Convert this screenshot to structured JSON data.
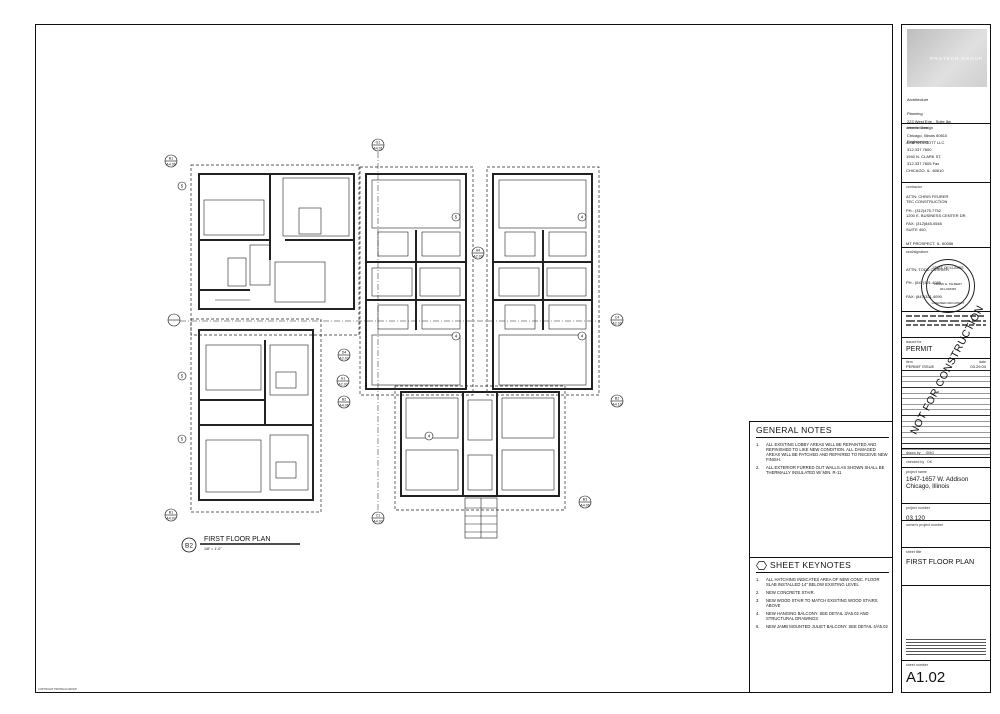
{
  "drawing": {
    "plan_tag": "B2",
    "plan_title": "FIRST FLOOR PLAN",
    "plan_scale": "1/8\" = 1'-0\"",
    "footer_text": "COPYRIGHT PROTECH GROUP"
  },
  "company": {
    "logo_text": "PROTECH GROUP",
    "services": [
      "Architecture",
      "Planning",
      "Interior Design",
      "Engineering"
    ],
    "address": [
      "223 West Erie - Suite 8w",
      "Chicago, Illinois 60610",
      "312.337.7600",
      "312.337.7605 Fax"
    ]
  },
  "owner": {
    "label": "owner's name",
    "lines": [
      "4200 WOLCOTT LLC",
      "1940 N. CLARK ST.",
      "CHICAGO, IL. 60610",
      "",
      "ATTN: CHRIS FEURER",
      "PH.: (312)475.7752",
      "FAX: (312)845.0546"
    ]
  },
  "contractor": {
    "label": "contractor",
    "lines": [
      "TEC CONSTRUCTION",
      "1200 E. BUSINESS CENTER DR.",
      "SUITE 400,",
      "MT PROSPECT, IL. 60056",
      "",
      "ATTN: TODD CURRIER",
      "PH.: (847)321.4085",
      "FAX: (847)321.4090"
    ]
  },
  "seal": {
    "label": "seal/signature",
    "ring_text": "STATE OF ILLINOIS",
    "name": "FRANK E. TALBERT",
    "number": "001-018435",
    "bottom_text": "LICENSED ARCHITECT"
  },
  "issued": {
    "label": "issued for",
    "value": "PERMIT",
    "item_label": "item",
    "date_label": "date",
    "item": "PERMIT ISSUE",
    "date": "03.29.04"
  },
  "stamp": "NOT FOR CONSTRUCTION",
  "drawn_by": {
    "label": "drawn by",
    "value": "GMG"
  },
  "checked_by": {
    "label": "checked by",
    "value": "DK"
  },
  "project": {
    "name_label": "project name",
    "name_lines": [
      "1647-1657 W. Addison",
      "Chicago, Illinois"
    ],
    "number_label": "project number",
    "number": "03.120",
    "owner_number_label": "owner's project number"
  },
  "sheet": {
    "title_label": "sheet title",
    "title": "FIRST FLOOR PLAN",
    "number_label": "sheet number",
    "number": "A1.02"
  },
  "general_notes": {
    "title": "GENERAL NOTES",
    "items": [
      {
        "n": "1.",
        "text": "ALL EXISTING LOBBY AREAS WILL BE REPAINTED AND REFINISHED TO LIKE NEW CONDITION. ALL DAMAGED AREAS WILL BE PATCHED AND REPAIRED TO RECEIVE NEW FINISH."
      },
      {
        "n": "2.",
        "text": "ALL EXTERIOR FURRED OUT WALLS AS SHOWN SHALL BE THERMALLY INSULATED W/ MIN. R-11"
      }
    ]
  },
  "sheet_keynotes": {
    "title": "SHEET KEYNOTES",
    "items": [
      {
        "n": "1.",
        "text": "ALL HATCHING INDICATES AREA OF NEW CONC. FLOOR SLAB INSTALLED 14\" BELOW EXISTING LEVEL"
      },
      {
        "n": "2.",
        "text": "NEW CONCRETE STAIR."
      },
      {
        "n": "3.",
        "text": "NEW WOOD STAIR TO MATCH EXISTING WOOD STAIRS ABOVE"
      },
      {
        "n": "4.",
        "text": "NEW HANGING BALCONY. SEE DETAIL 3/A5.02 AND STRUCTURAL DRAWINGS"
      },
      {
        "n": "5.",
        "text": "NEW JAMB MOUNTED JULIET BALCONY. SEE DETAIL 4/A5.02"
      }
    ]
  },
  "callouts": [
    {
      "tag": "B1",
      "sheet": "A4.06"
    },
    {
      "tag": "G1",
      "sheet": "A4.01"
    },
    {
      "tag": "A4",
      "sheet": "A2.02"
    },
    {
      "tag": "D4",
      "sheet": "A2.02"
    },
    {
      "tag": "C4",
      "sheet": "A2.02"
    },
    {
      "tag": "A1",
      "sheet": "A2.02"
    },
    {
      "tag": "B2",
      "sheet": "A4.06"
    },
    {
      "tag": "B3",
      "sheet": "A4.06"
    },
    {
      "tag": "C1",
      "sheet": "A4.03"
    },
    {
      "tag": "B1",
      "sheet": "A4.07"
    },
    {
      "tag": "B2",
      "sheet": "A4.10"
    }
  ],
  "grid_markers": [
    "5",
    "5",
    "5",
    "5",
    "4",
    "4",
    "4",
    "4"
  ]
}
